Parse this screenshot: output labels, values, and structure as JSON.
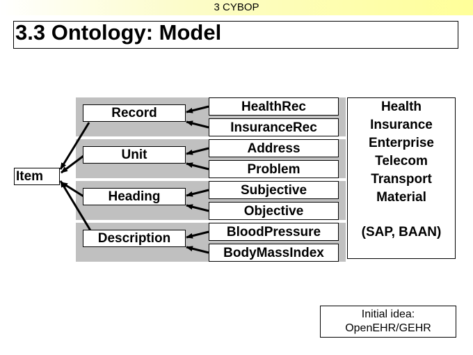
{
  "header": {
    "chapter": "3 CYBOP"
  },
  "slide": {
    "title": "3.3 Ontology: Model"
  },
  "diagram": {
    "item": "Item",
    "groups": [
      {
        "label": "Record",
        "children": [
          "HealthRec",
          "InsuranceRec"
        ]
      },
      {
        "label": "Unit",
        "children": [
          "Address",
          "Problem"
        ]
      },
      {
        "label": "Heading",
        "children": [
          "Subjective",
          "Objective"
        ]
      },
      {
        "label": "Description",
        "children": [
          "BloodPressure",
          "BodyMassIndex"
        ]
      }
    ],
    "domains": [
      "Health",
      "Insurance",
      "Enterprise",
      "Telecom",
      "Transport",
      "Material"
    ],
    "domains_note": "(SAP, BAAN)",
    "initial_idea": {
      "line1": "Initial idea:",
      "line2": "OpenEHR/GEHR"
    }
  },
  "colors": {
    "band": "#c0c0c0",
    "header_highlight": "#ffff99"
  }
}
